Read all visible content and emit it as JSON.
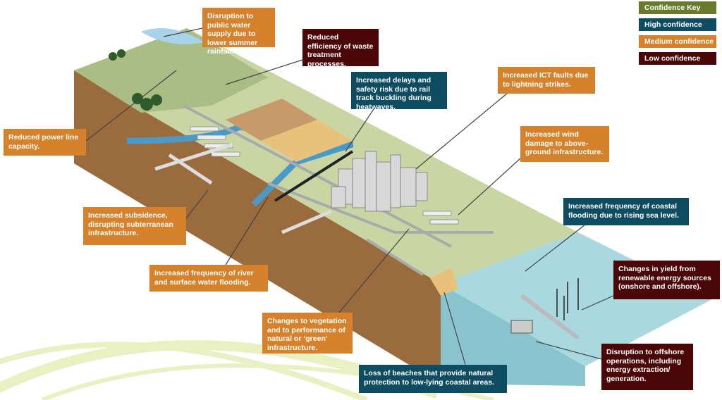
{
  "colors": {
    "high": "#0e4c62",
    "medium": "#d6812c",
    "low": "#4b0707",
    "key_title": "#6a7a2c"
  },
  "key": {
    "title": "Confidence Key",
    "high": "High confidence",
    "medium": "Medium confidence",
    "low": "Low confidence"
  },
  "callouts": [
    {
      "text": "Disruption to public water supply due to lower summer rainfall.",
      "confidence": "medium"
    },
    {
      "text": "Reduced efficiency of waste treatment processes.",
      "confidence": "low"
    },
    {
      "text": "Increased delays and safety risk due to rail track buckling during heatwaves.",
      "confidence": "high"
    },
    {
      "text": "Increased ICT faults due to lightning strikes.",
      "confidence": "medium"
    },
    {
      "text": "Reduced power line capacity.",
      "confidence": "medium"
    },
    {
      "text": "Increased wind damage to above-ground infrastructure.",
      "confidence": "medium"
    },
    {
      "text": "Increased subsidence, disrupting subterranean infrastructure.",
      "confidence": "medium"
    },
    {
      "text": "Increased frequency of coastal flooding due to rising sea level.",
      "confidence": "high"
    },
    {
      "text": "Increased frequency of river and surface water flooding.",
      "confidence": "medium"
    },
    {
      "text": "Changes in yield from renewable energy sources (onshore and offshore).",
      "confidence": "low"
    },
    {
      "text": "Changes to vegetation and to performance of natural or ‘green’ infrastructure.",
      "confidence": "medium"
    },
    {
      "text": "Disruption to offshore operations, including energy extraction/ generation.",
      "confidence": "low"
    },
    {
      "text": "Loss of beaches that provide natural protection to low-lying coastal areas.",
      "confidence": "high"
    }
  ]
}
